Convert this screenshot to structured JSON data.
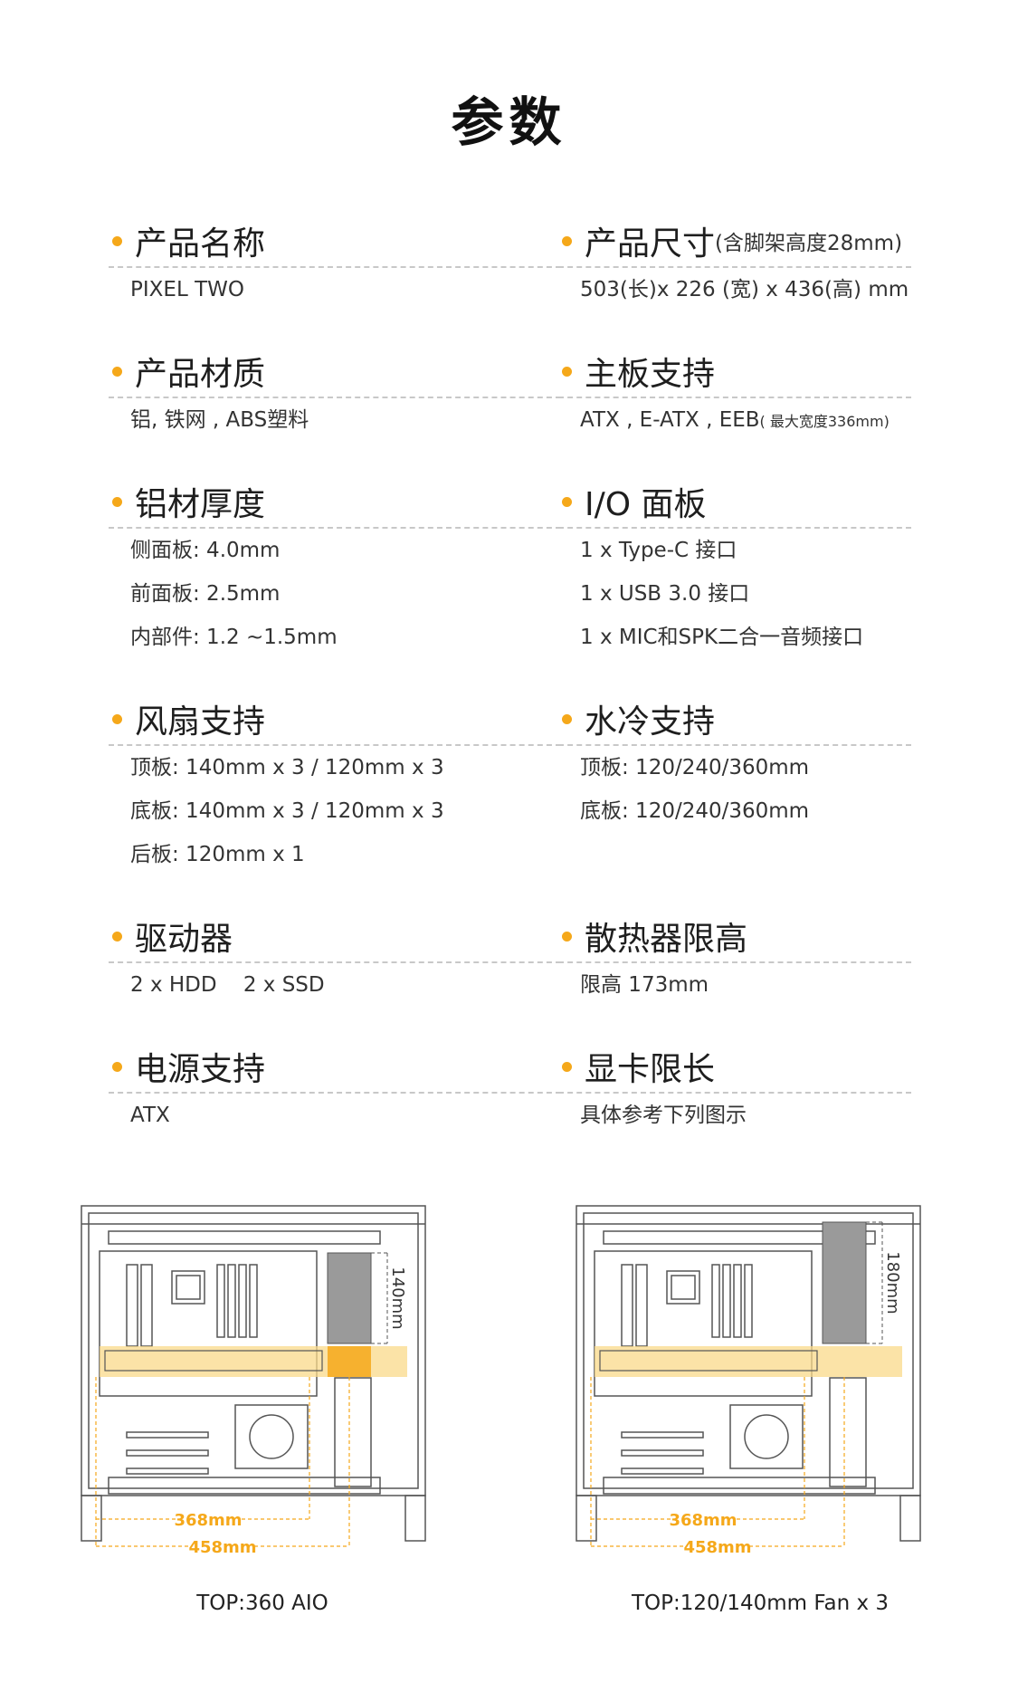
{
  "title": "参数",
  "specs": {
    "left": [
      {
        "title": "产品名称",
        "lines": [
          "PIXEL TWO"
        ]
      },
      {
        "title": "产品材质",
        "lines": [
          "铝, 铁网 , ABS塑料"
        ]
      },
      {
        "title": "铝材厚度",
        "lines": [
          "侧面板: 4.0mm",
          "前面板: 2.5mm",
          "内部件: 1.2 ~1.5mm"
        ]
      },
      {
        "title": "风扇支持",
        "lines": [
          "顶板: 140mm x 3 / 120mm x 3",
          "底板: 140mm x 3 / 120mm x 3",
          "后板: 120mm x 1"
        ]
      },
      {
        "title": "驱动器",
        "lines": [
          "2 x HDD    2 x SSD"
        ]
      },
      {
        "title": "电源支持",
        "lines": [
          "ATX"
        ]
      }
    ],
    "right": [
      {
        "title": "产品尺寸",
        "note": "(含脚架高度28mm)",
        "lines": [
          "503(长)x 226 (宽) x 436(高) mm"
        ]
      },
      {
        "title": "主板支持",
        "lines": [
          "ATX , E-ATX , EEB"
        ],
        "line_note": "( 最大宽度336mm)"
      },
      {
        "title": "I/O 面板",
        "lines": [
          "1 x Type-C 接口",
          "1 x USB 3.0 接口",
          "1 x MIC和SPK二合一音频接口"
        ]
      },
      {
        "title": "水冷支持",
        "lines": [
          "顶板: 120/240/360mm",
          "底板: 120/240/360mm"
        ]
      },
      {
        "title": "散热器限高",
        "lines": [
          "限高 173mm"
        ]
      },
      {
        "title": "显卡限长",
        "lines": [
          "具体参考下列图示"
        ]
      }
    ]
  },
  "diagrams": [
    {
      "caption": "TOP:360 AIO",
      "side_dim": "140mm",
      "dim_short": "368mm",
      "dim_long": "458mm"
    },
    {
      "caption": "TOP:120/140mm Fan x 3",
      "side_dim": "180mm",
      "dim_short": "368mm",
      "dim_long": "458mm"
    }
  ],
  "colors": {
    "accent": "#f5a81a",
    "highlight": "#f9d98a",
    "line": "#555555"
  }
}
